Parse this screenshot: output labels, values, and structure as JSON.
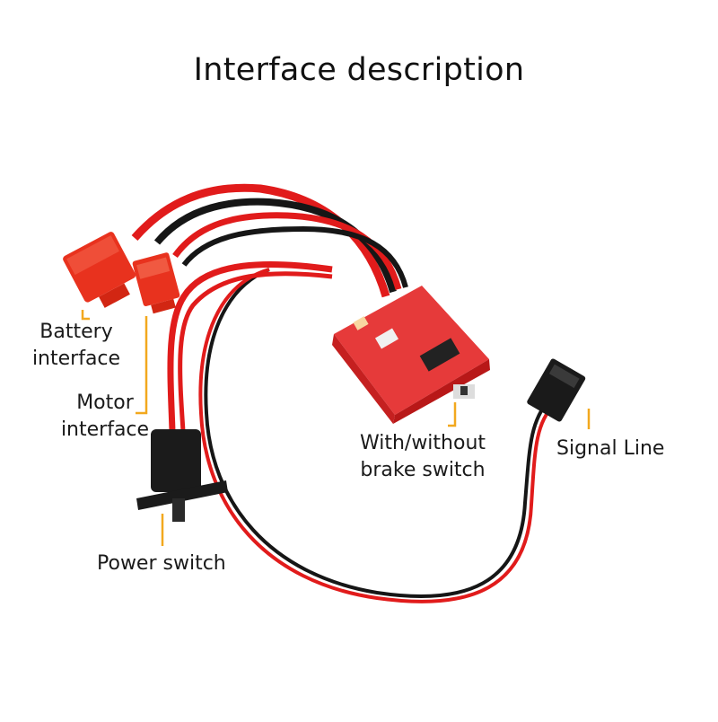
{
  "title": "Interface description",
  "labels": {
    "battery": [
      "Battery",
      "interface"
    ],
    "motor": [
      "Motor",
      "interface"
    ],
    "brake": [
      "With/without",
      "brake switch"
    ],
    "signal": "Signal Line",
    "power": "Power switch"
  },
  "colors": {
    "wire_red": "#e11b1b",
    "wire_black": "#161616",
    "connector_red": "#e8321e",
    "pcb_red": "#e63a3a",
    "leader_orange": "#f2a81e",
    "text": "#1a1a1a"
  }
}
